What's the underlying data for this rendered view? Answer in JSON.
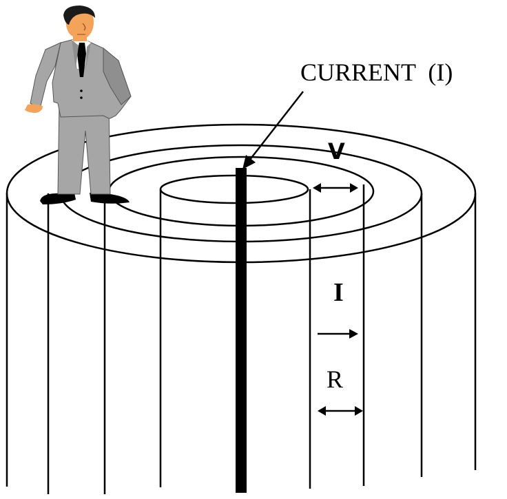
{
  "labels": {
    "current": "CURRENT  (I)",
    "v": "V",
    "i": "I",
    "r": "R"
  },
  "colors": {
    "line": "#000000",
    "suit": "#a6a6a6",
    "suit_shadow": "#7a7a7a",
    "skin": "#f4a35a",
    "hair": "#1a1a1a",
    "shirt": "#ffffff",
    "background": "#ffffff"
  },
  "icons": {
    "person": "businessman-figure",
    "conductor": "vertical-current-rod"
  }
}
